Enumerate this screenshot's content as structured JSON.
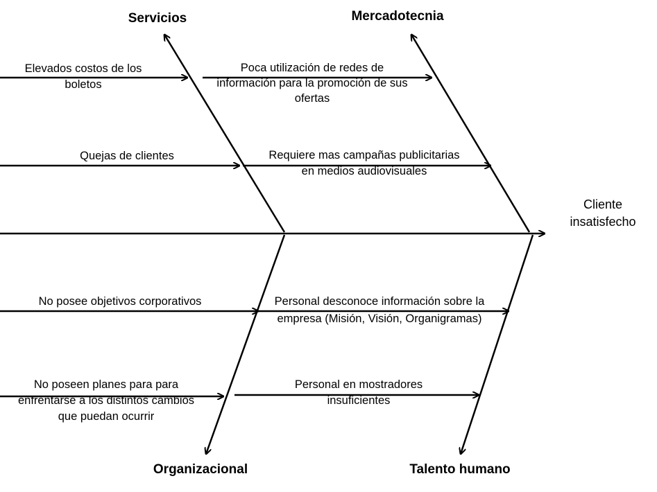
{
  "effect": {
    "lines": [
      "Cliente",
      "insatisfecho"
    ]
  },
  "categories": [
    {
      "name": "Servicios",
      "causes": [
        {
          "lines": [
            "Elevados costos de los",
            "boletos"
          ]
        },
        {
          "lines": [
            "Quejas de clientes"
          ]
        }
      ]
    },
    {
      "name": "Mercadotecnia",
      "causes": [
        {
          "lines": [
            "Poca utilización de redes de",
            "información para la promoción de sus",
            "ofertas"
          ]
        },
        {
          "lines": [
            "Requiere mas campañas publicitarias",
            "en medios audiovisuales"
          ]
        }
      ]
    },
    {
      "name": "Organizacional",
      "causes": [
        {
          "lines": [
            "No posee objetivos corporativos"
          ]
        },
        {
          "lines": [
            "No poseen planes para  para",
            "enfrentarse a los distintos cambios",
            "que puedan ocurrir"
          ]
        }
      ]
    },
    {
      "name": "Talento humano",
      "causes": [
        {
          "lines": [
            "Personal desconoce información sobre la",
            "empresa (Misión, Visión, Organigramas)"
          ]
        },
        {
          "lines": [
            "Personal en mostradores",
            "insuficientes"
          ]
        }
      ]
    }
  ]
}
